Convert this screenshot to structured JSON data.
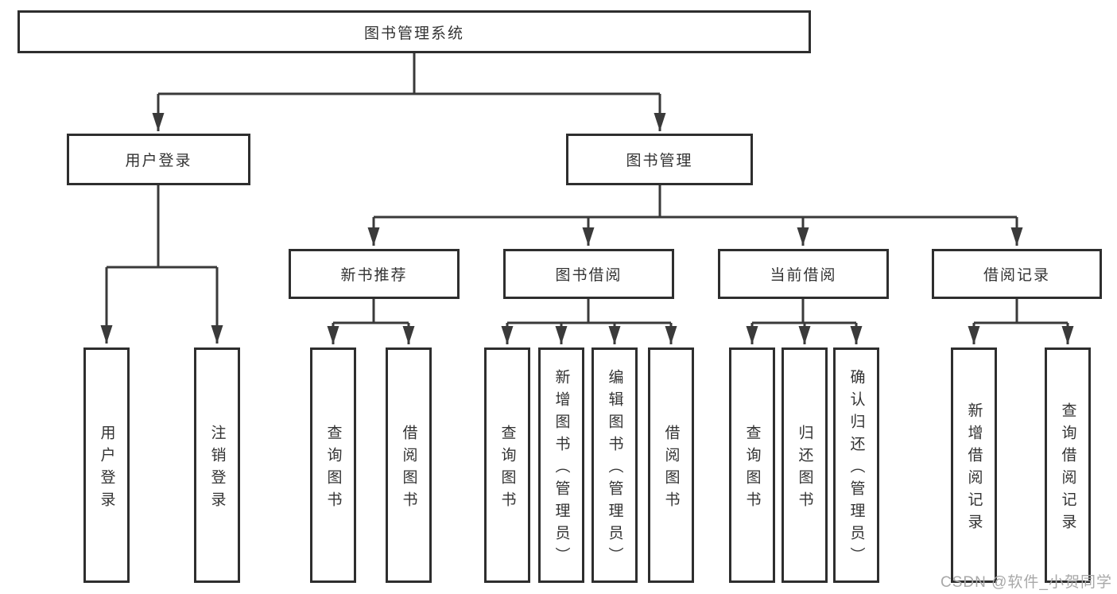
{
  "diagram": {
    "title": "图书管理系统",
    "root": {
      "label": "图书管理系统"
    },
    "level2": [
      {
        "id": "user-login",
        "label": "用户登录"
      },
      {
        "id": "book-management",
        "label": "图书管理"
      }
    ],
    "level3": [
      {
        "id": "new-book-recommend",
        "label": "新书推荐",
        "parent": "book-management"
      },
      {
        "id": "book-borrow",
        "label": "图书借阅",
        "parent": "book-management"
      },
      {
        "id": "current-borrow",
        "label": "当前借阅",
        "parent": "book-management"
      },
      {
        "id": "borrow-records",
        "label": "借阅记录",
        "parent": "book-management"
      }
    ],
    "leaves": [
      {
        "label": "用户登录",
        "parent": "user-login"
      },
      {
        "label": "注销登录",
        "parent": "user-login"
      },
      {
        "label": "查询图书",
        "parent": "new-book-recommend"
      },
      {
        "label": "借阅图书",
        "parent": "new-book-recommend"
      },
      {
        "label": "查询图书",
        "parent": "book-borrow"
      },
      {
        "label": "新增图书（管理员）",
        "parent": "book-borrow"
      },
      {
        "label": "编辑图书（管理员）",
        "parent": "book-borrow"
      },
      {
        "label": "借阅图书",
        "parent": "book-borrow"
      },
      {
        "label": "查询图书",
        "parent": "current-borrow"
      },
      {
        "label": "归还图书",
        "parent": "current-borrow"
      },
      {
        "label": "确认归还（管理员）",
        "parent": "current-borrow"
      },
      {
        "label": "新增借阅记录",
        "parent": "borrow-records"
      },
      {
        "label": "查询借阅记录",
        "parent": "borrow-records"
      }
    ]
  },
  "watermark": {
    "text": "CSDN @软件_小贺同学"
  },
  "colors": {
    "line": "#3a3a3a",
    "box_border": "#2e2e2e",
    "text": "#333333",
    "watermark": "#a8a8a8",
    "background": "#ffffff"
  }
}
